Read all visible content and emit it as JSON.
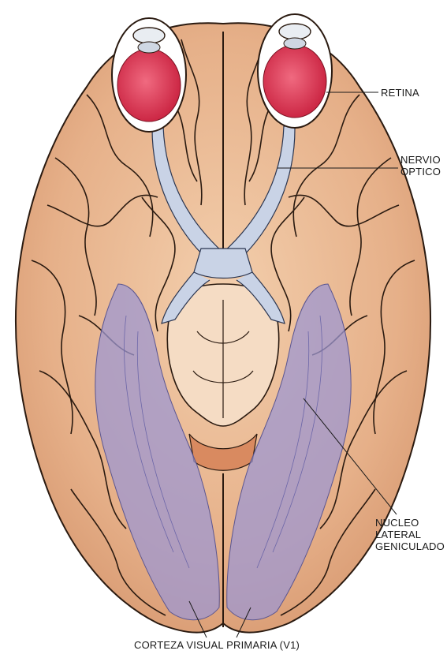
{
  "labels": {
    "retina": "RETINA",
    "nervio_line1": "NERVIO",
    "nervio_line2": "OPTICO",
    "nucleo_line1": "NUCLEO",
    "nucleo_line2": "LATERAL",
    "nucleo_line3": "GENICULADO",
    "corteza": "CORTEZA VISUAL PRIMARIA (V1)"
  },
  "colors": {
    "brain": "#e8b58e",
    "brain_light": "#f1cba9",
    "gyri_line": "#2a1a10",
    "eye_fill": "#d93a55",
    "optic_nerve": "#c9d3e6",
    "visual_pathway": "#9d97d0",
    "label_text": "#1a1a1a"
  }
}
